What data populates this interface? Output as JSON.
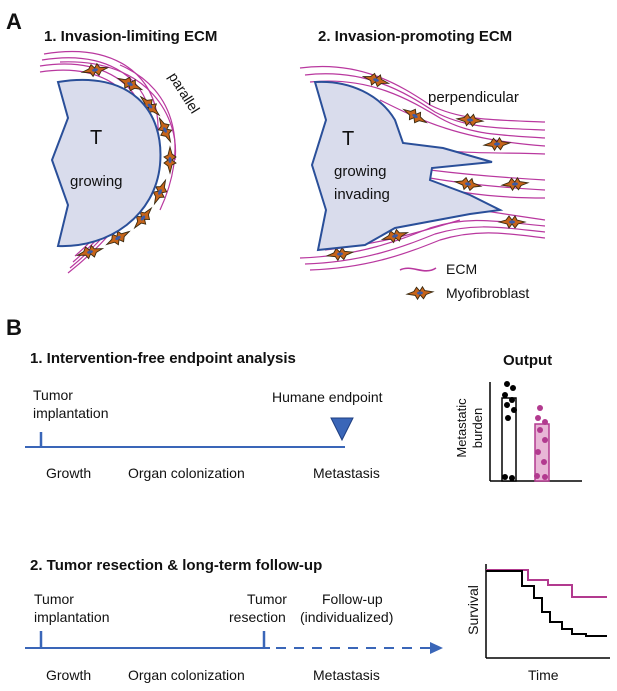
{
  "panel_a": {
    "letter": "A",
    "sub1": {
      "title": "1. Invasion-limiting ECM",
      "tumor_label": "T",
      "state": "growing",
      "fiber_orientation": "parallel"
    },
    "sub2": {
      "title": "2. Invasion-promoting ECM",
      "tumor_label": "T",
      "state_line1": "growing",
      "state_line2": "invading",
      "fiber_orientation": "perpendicular"
    },
    "legend": {
      "ecm": "ECM",
      "myofibroblast": "Myofibroblast"
    }
  },
  "panel_b": {
    "letter": "B",
    "sub1": {
      "title": "1. Intervention-free endpoint analysis",
      "event1_line1": "Tumor",
      "event1_line2": "implantation",
      "event2": "Humane endpoint",
      "stage1": "Growth",
      "stage2": "Organ colonization",
      "stage3": "Metastasis",
      "output_title": "Output",
      "output_ylabel_line1": "Metastatic",
      "output_ylabel_line2": "burden"
    },
    "sub2": {
      "title": "2. Tumor resection & long-term follow-up",
      "event1_line1": "Tumor",
      "event1_line2": "implantation",
      "event2_line1": "Tumor",
      "event2_line2": "resection",
      "event3_line1": "Follow-up",
      "event3_line2": "(individualized)",
      "stage1": "Growth",
      "stage2": "Organ colonization",
      "stage3": "Metastasis",
      "survival_ylabel": "Survival",
      "survival_xlabel": "Time"
    }
  },
  "colors": {
    "timeline": "#3a66b8",
    "ecm": "#b9389f",
    "myofibroblast_body": "#c6641a",
    "myofibroblast_nucleus": "#3a5aa8",
    "tumor_fill": "#d9dcec",
    "tumor_edge": "#2a4f99",
    "group1": "#000000",
    "group2": "#b23a8f"
  }
}
